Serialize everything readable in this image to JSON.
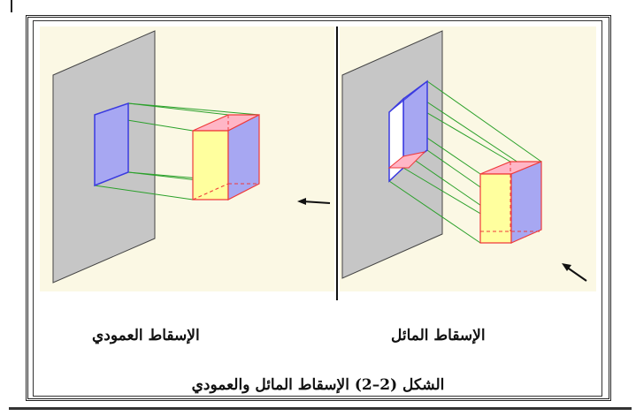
{
  "labels": {
    "left_view": "الإسقاط العمودي",
    "right_view": "الإسقاط المائل",
    "caption": "الشكل (2–2) الإسقاط المائل والعمودي"
  },
  "colors": {
    "panel_bg": "#fbf8e4",
    "plane_fill": "#c6c6c6",
    "face_blue": "#a7a7f2",
    "face_yellow": "#ffff9e",
    "face_pink": "#ffb6c6",
    "edge_blue": "#3a3ae0",
    "edge_red": "#ef3a3a",
    "projector_green": "#2aa02a"
  },
  "icons": [
    "arrow-left-icon",
    "arrow-up-left-icon"
  ]
}
